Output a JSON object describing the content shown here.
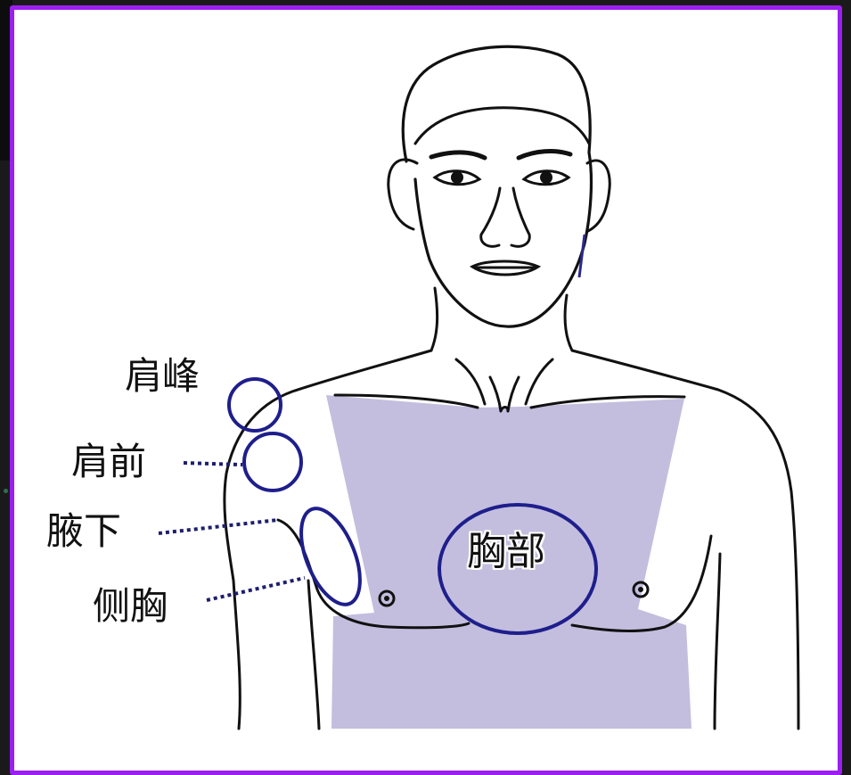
{
  "labels": {
    "shoulder_peak": "肩峰",
    "shoulder_front": "肩前",
    "armpit": "腋下",
    "side_chest": "侧胸",
    "chest": "胸部"
  },
  "colors": {
    "frame_border": "#9b1ff0",
    "chest_fill": "#c3bede",
    "circle_stroke": "#1e1e8c",
    "line_art": "#111111"
  }
}
